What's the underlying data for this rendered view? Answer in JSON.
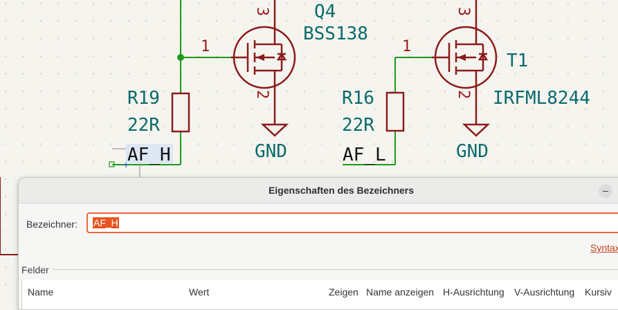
{
  "schematic": {
    "labels": {
      "q4_ref": "Q4",
      "q4_value": "BSS138",
      "t1_ref": "T1",
      "t1_value": "IRFML8244",
      "r19_ref": "R19",
      "r19_value": "22R",
      "r16_ref": "R16",
      "r16_value": "22R",
      "gnd": "GND",
      "net_af_h": "AF_H",
      "net_af_l": "AF_L",
      "pin_1": "1",
      "pin_2": "2",
      "pin_3": "3"
    },
    "colors": {
      "wire": "#1a9a1a",
      "symbol": "#8b1a1a",
      "text": "#0a6b6b",
      "background": "#f5f4ef"
    }
  },
  "dialog": {
    "title": "Eigenschaften des Bezeichners",
    "label_field": {
      "label": "Bezeichner:",
      "value": "AF_H"
    },
    "syntax_link": "Syntax",
    "fields_group": {
      "title": "Felder",
      "columns": [
        "Name",
        "Wert",
        "Zeigen",
        "Name anzeigen",
        "H-Ausrichtung",
        "V-Ausrichtung",
        "Kursiv"
      ]
    },
    "accent_color": "#e95420"
  }
}
